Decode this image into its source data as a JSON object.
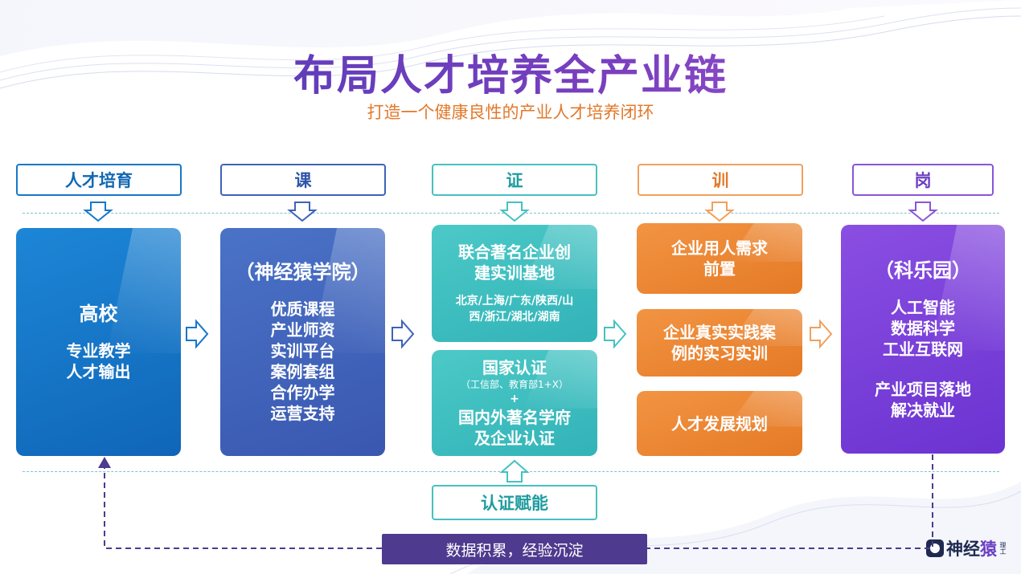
{
  "title": "布局人才培养全产业链",
  "subtitle": "打造一个健康良性的产业人才培养闭环",
  "columns": [
    {
      "header": "人才培育",
      "color": "#1877c9",
      "card": {
        "title": "高校",
        "lines": [
          "专业教学",
          "人才输出"
        ]
      }
    },
    {
      "header": "课",
      "color": "#3e63b8",
      "card": {
        "title": "（神经猿学院）",
        "lines": [
          "优质课程",
          "产业师资",
          "实训平台",
          "案例套组",
          "合作办学",
          "运营支持"
        ]
      }
    },
    {
      "header": "证",
      "color": "#39bcc0",
      "card_top": {
        "title": "联合著名企业创建实训基地",
        "title_line1": "联合著名企业创",
        "title_line2": "建实训基地",
        "detail_line1": "北京/上海/广东/陕西/山",
        "detail_line2": "西/浙江/湖北/湖南"
      },
      "card_bottom": {
        "line1": "国家认证",
        "note": "（工信部、教育部1+X）",
        "plus": "+",
        "line2": "国内外著名学府",
        "line3": "及企业认证"
      }
    },
    {
      "header": "训",
      "color": "#ee8a36",
      "cards": [
        {
          "line1": "企业用人需求",
          "line2": "前置"
        },
        {
          "line1": "企业真实实践案",
          "line2": "例的实习实训"
        },
        {
          "line1": "人才发展规划",
          "line2": ""
        }
      ]
    },
    {
      "header": "岗",
      "color": "#7a3fd6",
      "card": {
        "title": "（科乐园）",
        "lines": [
          "人工智能",
          "数据科学",
          "工业互联网"
        ],
        "lines2": [
          "产业项目落地",
          "解决就业"
        ]
      }
    }
  ],
  "cert_tag": "认证赋能",
  "data_bar": "数据积累，经验沉淀",
  "logo": {
    "text_a": "神经",
    "text_b": "猿",
    "sub": "理工"
  },
  "colors": {
    "title_start": "#4b3bb6",
    "subtitle": "#e2792b",
    "data_bar": "#4e3a8e"
  }
}
